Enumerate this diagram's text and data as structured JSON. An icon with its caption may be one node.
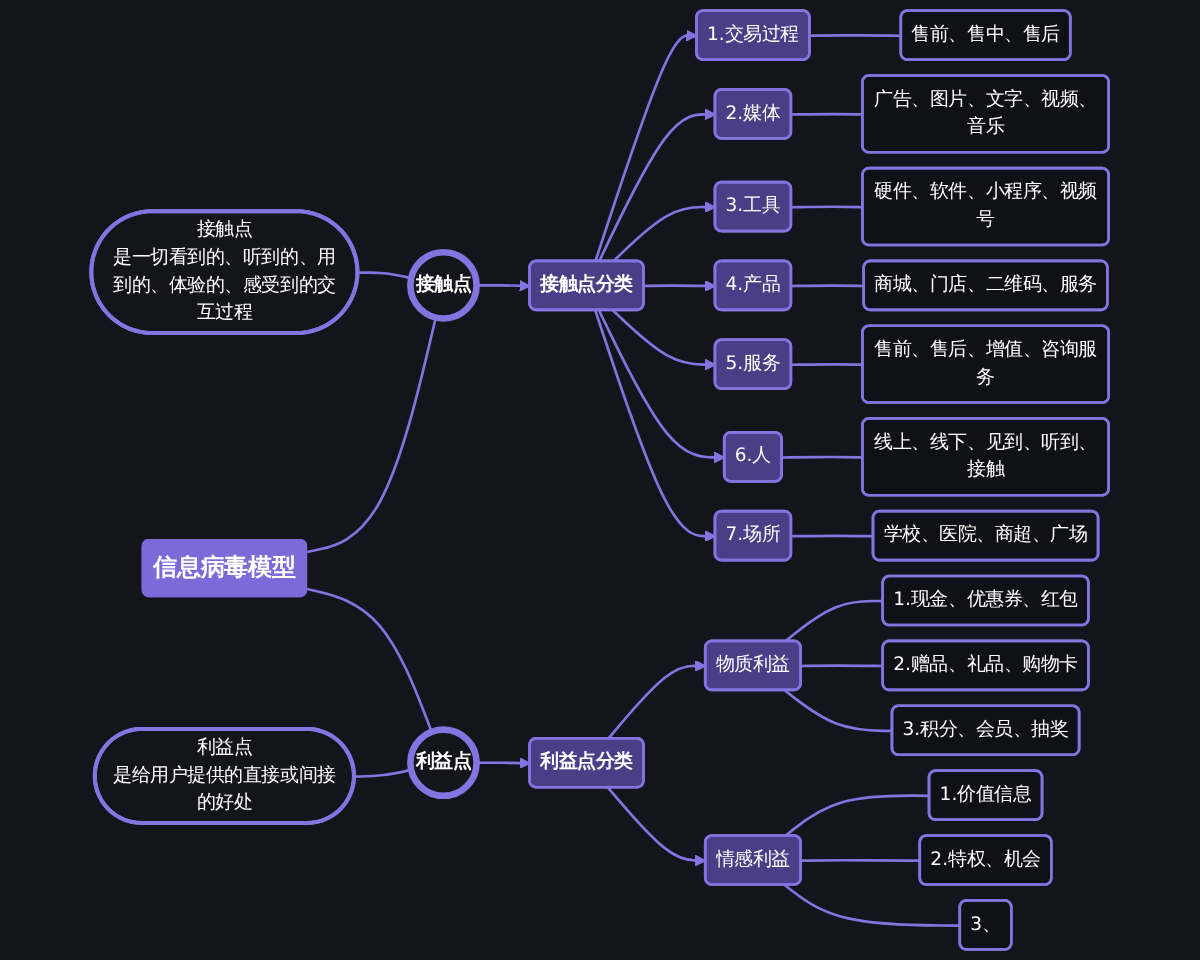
{
  "diagram": {
    "nodes": [
      {
        "text": [
          "接触点",
          "是一切看到的、听到的、用到的、体验的、感受到的交互过程"
        ]
      },
      {
        "text": [
          "信息病毒模型"
        ]
      },
      {
        "text": [
          "接触点"
        ]
      },
      {
        "text": [
          "利益点"
        ]
      },
      {
        "text": [
          "利益点",
          "是给用户提供的直接或间接的好处"
        ]
      },
      {
        "text": [
          "接触点分类"
        ]
      },
      {
        "text": [
          "1.交易过程"
        ]
      },
      {
        "text": [
          "2.媒体"
        ]
      },
      {
        "text": [
          "3.工具"
        ]
      },
      {
        "text": [
          "4.产品"
        ]
      },
      {
        "text": [
          "5.服务"
        ]
      },
      {
        "text": [
          "6.人"
        ]
      },
      {
        "text": [
          "7.场所"
        ]
      },
      {
        "text": [
          "售前、售中、售后"
        ]
      },
      {
        "text": [
          "广告、图片、文字、视频、音乐"
        ]
      },
      {
        "text": [
          "硬件、软件、小程序、视频号"
        ]
      },
      {
        "text": [
          "商城、门店、二维码、服务"
        ]
      },
      {
        "text": [
          "售前、售后、增值、咨询服务"
        ]
      },
      {
        "text": [
          "线上、线下、见到、听到、接触"
        ]
      },
      {
        "text": [
          "学校、医院、商超、广场"
        ]
      },
      {
        "text": [
          "利益点分类"
        ]
      },
      {
        "text": [
          "物质利益"
        ]
      },
      {
        "text": [
          "1.现金、优惠券、红包"
        ]
      },
      {
        "text": [
          "2.赠品、礼品、购物卡"
        ]
      },
      {
        "text": [
          "3.积分、会员、抽奖"
        ]
      },
      {
        "text": [
          "情感利益"
        ]
      },
      {
        "text": [
          "1.价值信息"
        ]
      },
      {
        "text": [
          "2.特权、机会"
        ]
      },
      {
        "text": [
          "3、"
        ]
      }
    ],
    "edges": [
      {
        "from": 0,
        "to": 2,
        "arrow": "none"
      },
      {
        "from": 1,
        "to": 2,
        "arrow": "none"
      },
      {
        "from": 1,
        "to": 3,
        "arrow": "none"
      },
      {
        "from": 4,
        "to": 3,
        "arrow": "none"
      },
      {
        "from": 2,
        "to": 5,
        "arrow": "to"
      },
      {
        "from": 5,
        "to": 6,
        "arrow": "to"
      },
      {
        "from": 5,
        "to": 7,
        "arrow": "to"
      },
      {
        "from": 5,
        "to": 8,
        "arrow": "to"
      },
      {
        "from": 5,
        "to": 9,
        "arrow": "to"
      },
      {
        "from": 5,
        "to": 10,
        "arrow": "to"
      },
      {
        "from": 5,
        "to": 11,
        "arrow": "to"
      },
      {
        "from": 5,
        "to": 12,
        "arrow": "to"
      },
      {
        "from": 6,
        "to": 13,
        "arrow": "none"
      },
      {
        "from": 7,
        "to": 14,
        "arrow": "none"
      },
      {
        "from": 8,
        "to": 15,
        "arrow": "none"
      },
      {
        "from": 9,
        "to": 16,
        "arrow": "none"
      },
      {
        "from": 10,
        "to": 17,
        "arrow": "none"
      },
      {
        "from": 11,
        "to": 18,
        "arrow": "none"
      },
      {
        "from": 12,
        "to": 19,
        "arrow": "none"
      },
      {
        "from": 3,
        "to": 20,
        "arrow": "to"
      },
      {
        "from": 20,
        "to": 21,
        "arrow": "to"
      },
      {
        "from": 20,
        "to": 25,
        "arrow": "to"
      },
      {
        "from": 21,
        "to": 22,
        "arrow": "none"
      },
      {
        "from": 21,
        "to": 23,
        "arrow": "none"
      },
      {
        "from": 21,
        "to": 24,
        "arrow": "none"
      },
      {
        "from": 25,
        "to": 26,
        "arrow": "none"
      },
      {
        "from": 25,
        "to": 27,
        "arrow": "none"
      },
      {
        "from": 25,
        "to": 28,
        "arrow": "none"
      }
    ]
  }
}
